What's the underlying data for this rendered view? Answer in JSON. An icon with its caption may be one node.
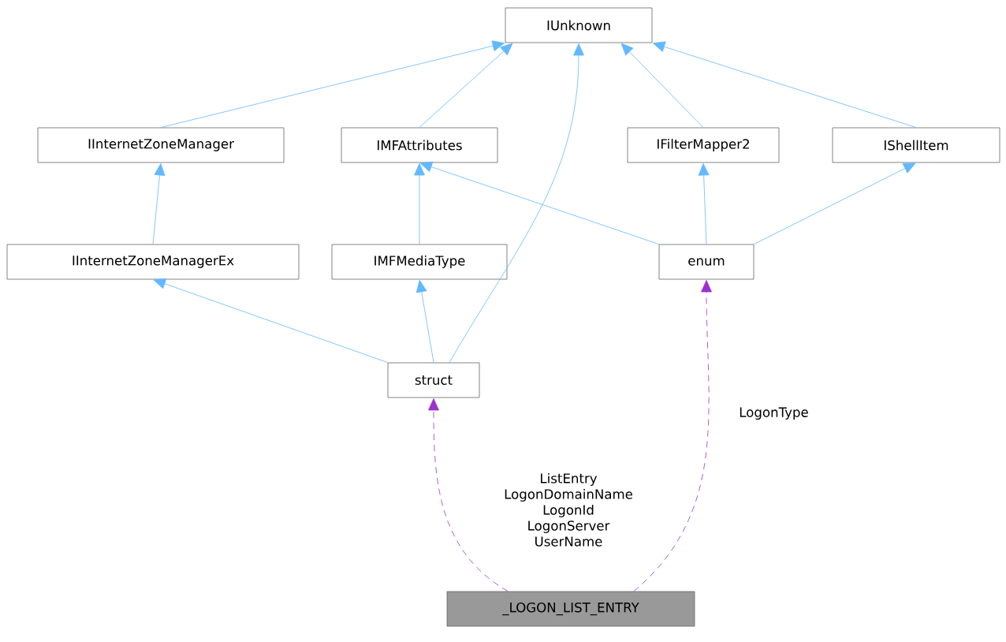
{
  "diagram": {
    "nodes": [
      {
        "text": [
          "IUnknown"
        ]
      },
      {
        "text": [
          "IInternetZoneManager"
        ]
      },
      {
        "text": [
          "IMFAttributes"
        ]
      },
      {
        "text": [
          "IFilterMapper2"
        ]
      },
      {
        "text": [
          "IShellItem"
        ]
      },
      {
        "text": [
          "IInternetZoneManagerEx"
        ]
      },
      {
        "text": [
          "IMFMediaType"
        ]
      },
      {
        "text": [
          "enum"
        ]
      },
      {
        "text": [
          "struct"
        ]
      },
      {
        "text": [
          "_LOGON_LIST_ENTRY"
        ]
      }
    ],
    "edges": [
      {
        "from": 1,
        "to": 0,
        "arrow": "to"
      },
      {
        "from": 2,
        "to": 0,
        "arrow": "to"
      },
      {
        "from": 8,
        "to": 0,
        "arrow": "to"
      },
      {
        "from": 3,
        "to": 0,
        "arrow": "to"
      },
      {
        "from": 4,
        "to": 0,
        "arrow": "to"
      },
      {
        "from": 5,
        "to": 1,
        "arrow": "to"
      },
      {
        "from": 6,
        "to": 2,
        "arrow": "to"
      },
      {
        "from": 7,
        "to": 2,
        "arrow": "to"
      },
      {
        "from": 7,
        "to": 3,
        "arrow": "to"
      },
      {
        "from": 7,
        "to": 4,
        "arrow": "to"
      },
      {
        "from": 8,
        "to": 5,
        "arrow": "to"
      },
      {
        "from": 8,
        "to": 6,
        "arrow": "to"
      },
      {
        "from": 9,
        "to": 8,
        "arrow": "to",
        "label": "ListEntry LogonDomainName LogonId LogonServer UserName",
        "style": "dashed",
        "color": "#9a32cd"
      },
      {
        "from": 9,
        "to": 7,
        "arrow": "to",
        "label": "LogonType",
        "style": "dashed",
        "color": "#9a32cd"
      }
    ]
  }
}
